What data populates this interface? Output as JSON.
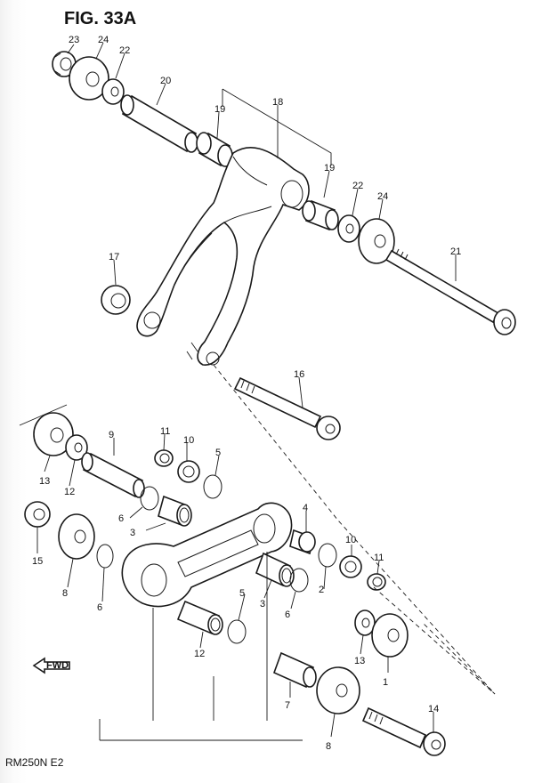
{
  "figure": {
    "title": "FIG. 33A",
    "model_code": "RM250N  E2",
    "fwd_label": "FWD"
  },
  "callouts": [
    "23",
    "24",
    "22",
    "20",
    "19",
    "18",
    "19",
    "22",
    "24",
    "21",
    "17",
    "16",
    "11",
    "10",
    "9",
    "5",
    "13",
    "12",
    "6",
    "3",
    "15",
    "8",
    "4",
    "10",
    "11",
    "6",
    "5",
    "3",
    "6",
    "2",
    "12",
    "13",
    "1",
    "7",
    "14",
    "8"
  ]
}
